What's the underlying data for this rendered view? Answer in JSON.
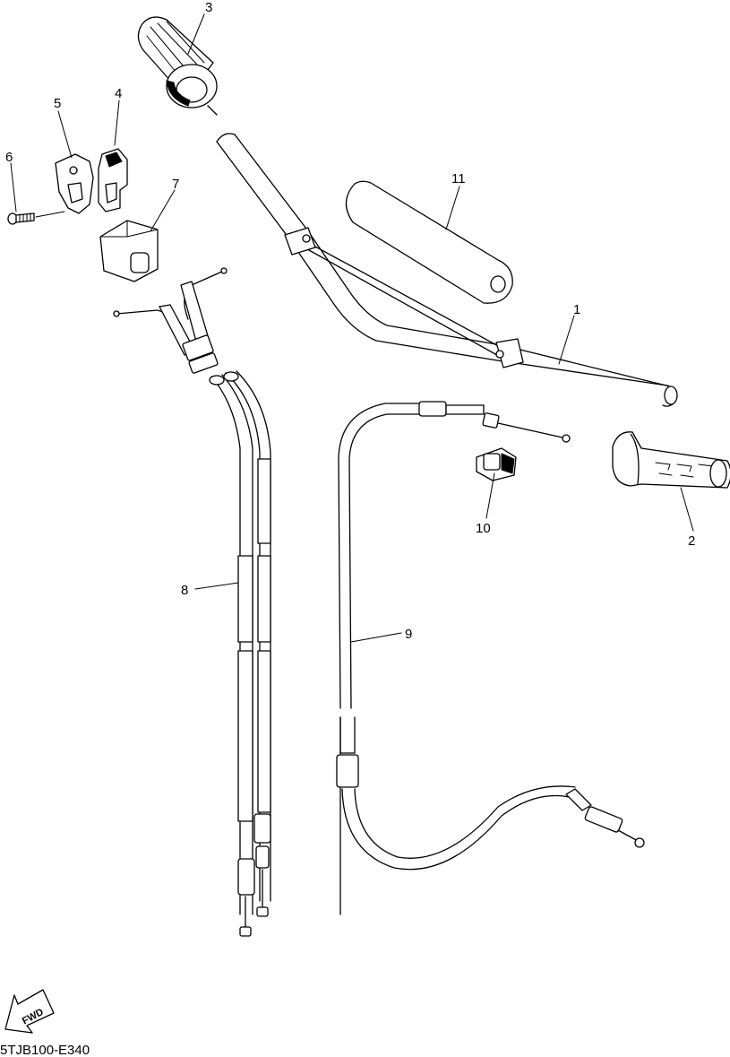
{
  "drawing_code": "5TJB100-E340",
  "direction_label": "FWD",
  "callouts": [
    "1",
    "2",
    "3",
    "4",
    "5",
    "6",
    "7",
    "8",
    "9",
    "10",
    "11"
  ]
}
